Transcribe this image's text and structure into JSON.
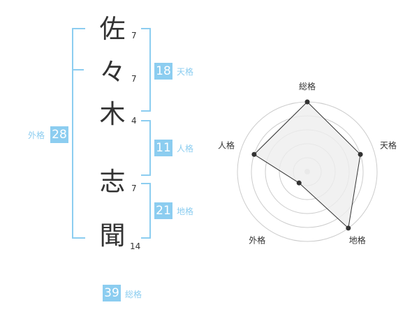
{
  "name": {
    "characters": [
      {
        "char": "佐",
        "strokes": "7"
      },
      {
        "char": "々",
        "strokes": "7"
      },
      {
        "char": "木",
        "strokes": "4"
      },
      {
        "char": "志",
        "strokes": "7"
      },
      {
        "char": "聞",
        "strokes": "14"
      }
    ]
  },
  "fortune": {
    "tenkaku": {
      "value": "18",
      "label": "天格"
    },
    "jinkaku": {
      "value": "11",
      "label": "人格"
    },
    "chikaku": {
      "value": "21",
      "label": "地格"
    },
    "gaikaku": {
      "value": "28",
      "label": "外格"
    },
    "soukaku": {
      "value": "39",
      "label": "総格"
    }
  },
  "chart_data": {
    "type": "radar",
    "axes": [
      "総格",
      "天格",
      "地格",
      "外格",
      "人格"
    ],
    "values": [
      5,
      4,
      5,
      1,
      4
    ],
    "max": 5,
    "grid": true,
    "colors": {
      "fill": "#eeeeee",
      "line": "#333333",
      "grid": "#cccccc",
      "accent": "#8ccdf0"
    }
  }
}
